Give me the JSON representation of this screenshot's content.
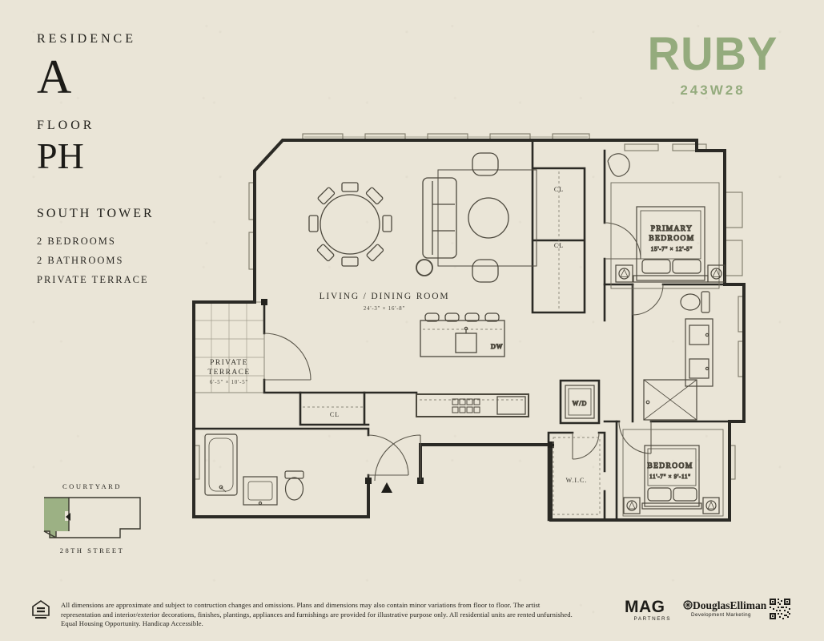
{
  "page": {
    "background": "#eae5d7",
    "wall_color": "#2b2a25",
    "accent_green": "#94ab7d"
  },
  "info_panel": {
    "residence_label": "RESIDENCE",
    "residence_value": "A",
    "floor_label": "FLOOR",
    "floor_value": "PH",
    "tower": "SOUTH TOWER",
    "features": [
      "2 BEDROOMS",
      "2 BATHROOMS",
      "PRIVATE TERRACE"
    ]
  },
  "brand": {
    "name": "RUBY",
    "address": "243W28",
    "color": "#94ab7d"
  },
  "floorplan": {
    "rooms": [
      {
        "id": "living-dining",
        "lines": [
          "LIVING / DINING ROOM"
        ],
        "dims": "24'-3\" × 16'-8\""
      },
      {
        "id": "primary-bedroom",
        "lines": [
          "PRIMARY",
          "BEDROOM"
        ],
        "dims": "15'-7\" × 12'-5\""
      },
      {
        "id": "bedroom",
        "lines": [
          "BEDROOM"
        ],
        "dims": "11'-7\" × 9'-11\""
      },
      {
        "id": "private-terrace",
        "lines": [
          "PRIVATE",
          "TERRACE"
        ],
        "dims": "6'-5\" × 10'-5\""
      }
    ],
    "fixtures": {
      "closet": "CL",
      "washer_dryer": "W/D",
      "walk_in_closet": "W.I.C.",
      "dishwasher": "DW"
    }
  },
  "keyplan": {
    "top_label": "COURTYARD",
    "bottom_label": "28TH STREET",
    "unit_color": "#9cb184"
  },
  "footer": {
    "disclaimer": "All dimensions are approximate and subject to contruction changes and omissions. Plans and dimensions may also contain minor variations from floor to floor. The artist representation and interior/exterior decorations, finishes, plantings, appliances and furnishings are provided for illustrative purpose only. All residential units are rented unfurnished. Equal Housing Opportunity. Handicap Accessible.",
    "mag": {
      "name": "MAG",
      "sub": "PARTNERS"
    },
    "elliman": {
      "name": "DouglasElliman",
      "sub": "Development Marketing"
    }
  }
}
